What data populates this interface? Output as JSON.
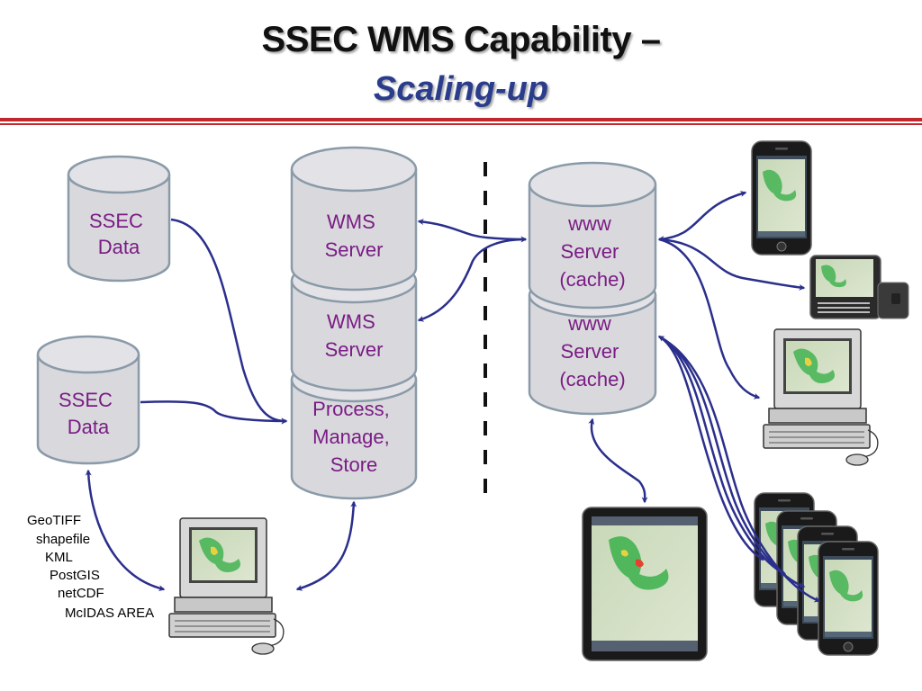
{
  "slide": {
    "title": "SSEC WMS Capability –",
    "subtitle": "Scaling-up"
  },
  "diagram": {
    "ssec_data_top": [
      "SSEC",
      "Data"
    ],
    "ssec_data_bottom": [
      "SSEC",
      "Data"
    ],
    "wms_server_1": [
      "WMS",
      "Server"
    ],
    "wms_server_2": [
      "WMS",
      "Server"
    ],
    "process_store": [
      "Process,",
      "Manage,",
      "Store"
    ],
    "www_server_1": [
      "www",
      "Server",
      "(cache)"
    ],
    "www_server_2": [
      "www",
      "Server",
      "(cache)"
    ],
    "formats": [
      "GeoTIFF",
      "shapefile",
      "KML",
      "PostGIS",
      "netCDF",
      "McIDAS AREA"
    ]
  },
  "colors": {
    "title": "#111111",
    "subtitle": "#2a3c8c",
    "rule": "#c0282c",
    "cylinder_fill": "#d9d9dd",
    "cylinder_stroke": "#8a9aa8",
    "label": "#7a1c84",
    "arrow": "#2b2f8c"
  },
  "icons": {
    "desktop": "desktop-computer-icon",
    "phone": "smartphone-icon",
    "tablet": "tablet-icon",
    "slider_phone": "slider-phone-icon"
  }
}
